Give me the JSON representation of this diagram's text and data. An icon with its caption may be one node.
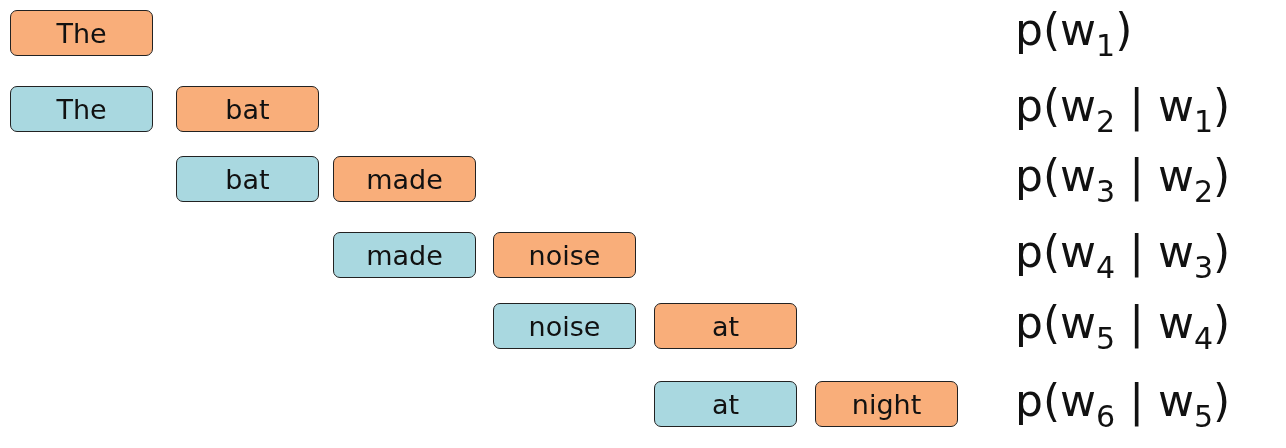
{
  "diagram": {
    "nodes": [
      {
        "text": [
          "The"
        ]
      },
      {
        "text": [
          "The"
        ]
      },
      {
        "text": [
          "bat"
        ]
      },
      {
        "text": [
          "bat"
        ]
      },
      {
        "text": [
          "made"
        ]
      },
      {
        "text": [
          "made"
        ]
      },
      {
        "text": [
          "noise"
        ]
      },
      {
        "text": [
          "noise"
        ]
      },
      {
        "text": [
          "at"
        ]
      },
      {
        "text": [
          "at"
        ]
      },
      {
        "text": [
          "night"
        ]
      }
    ],
    "labels": [
      "p(w$_{1}$)",
      "p(w$_{2}$ | w$_{1}$)",
      "p(w$_{3}$ | w$_{2}$)",
      "p(w$_{4}$ | w$_{3}$)",
      "p(w$_{5}$ | w$_{4}$)",
      "p(w$_{6}$ | w$_{5}$)"
    ]
  }
}
